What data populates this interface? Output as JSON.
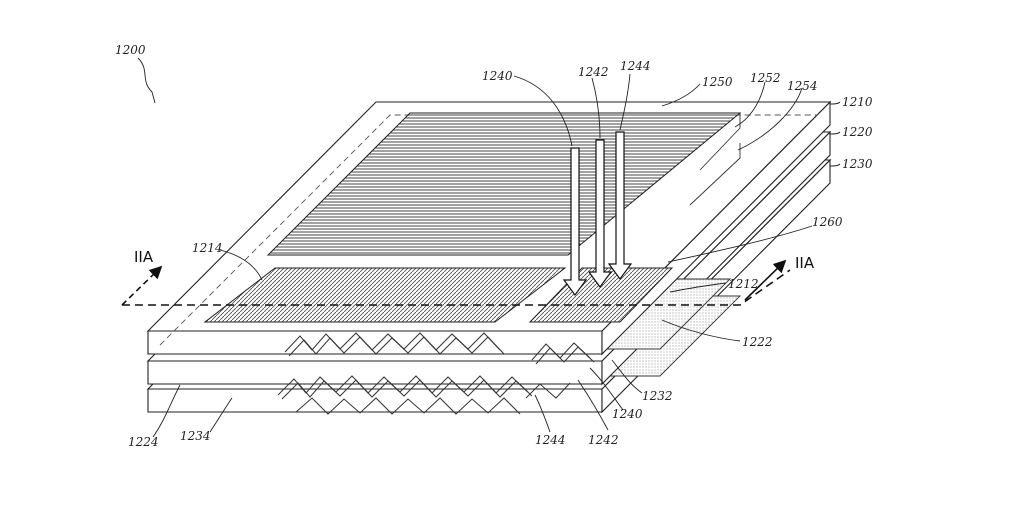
{
  "figure": {
    "ref_main": "1200",
    "section_left": "IIA",
    "section_right": "IIA",
    "labels": {
      "r1210": "1210",
      "r1220": "1220",
      "r1230": "1230",
      "r1250": "1250",
      "r1252": "1252",
      "r1254": "1254",
      "r1260": "1260",
      "r1240_top": "1240",
      "r1242_top": "1242",
      "r1244_top": "1244",
      "r1214": "1214",
      "r1212": "1212",
      "r1222": "1222",
      "r1232": "1232",
      "r1240_bottom": "1240",
      "r1242_bottom": "1242",
      "r1244_bottom": "1244",
      "r1224": "1224",
      "r1234": "1234"
    }
  }
}
